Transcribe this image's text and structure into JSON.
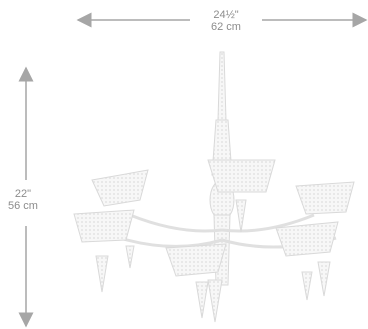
{
  "width_dimension": {
    "imperial": "24½\"",
    "metric": "62 cm"
  },
  "height_dimension": {
    "imperial": "22\"",
    "metric": "56 cm"
  },
  "icons": {
    "product": "chandelier-icon",
    "width_arrow": "horizontal-double-arrow-icon",
    "height_arrow": "vertical-double-arrow-icon"
  },
  "colors": {
    "dimension_lines": "#a6a6a6",
    "dimension_text": "#8c8c8c",
    "product_outline": "#d9d9d9"
  }
}
